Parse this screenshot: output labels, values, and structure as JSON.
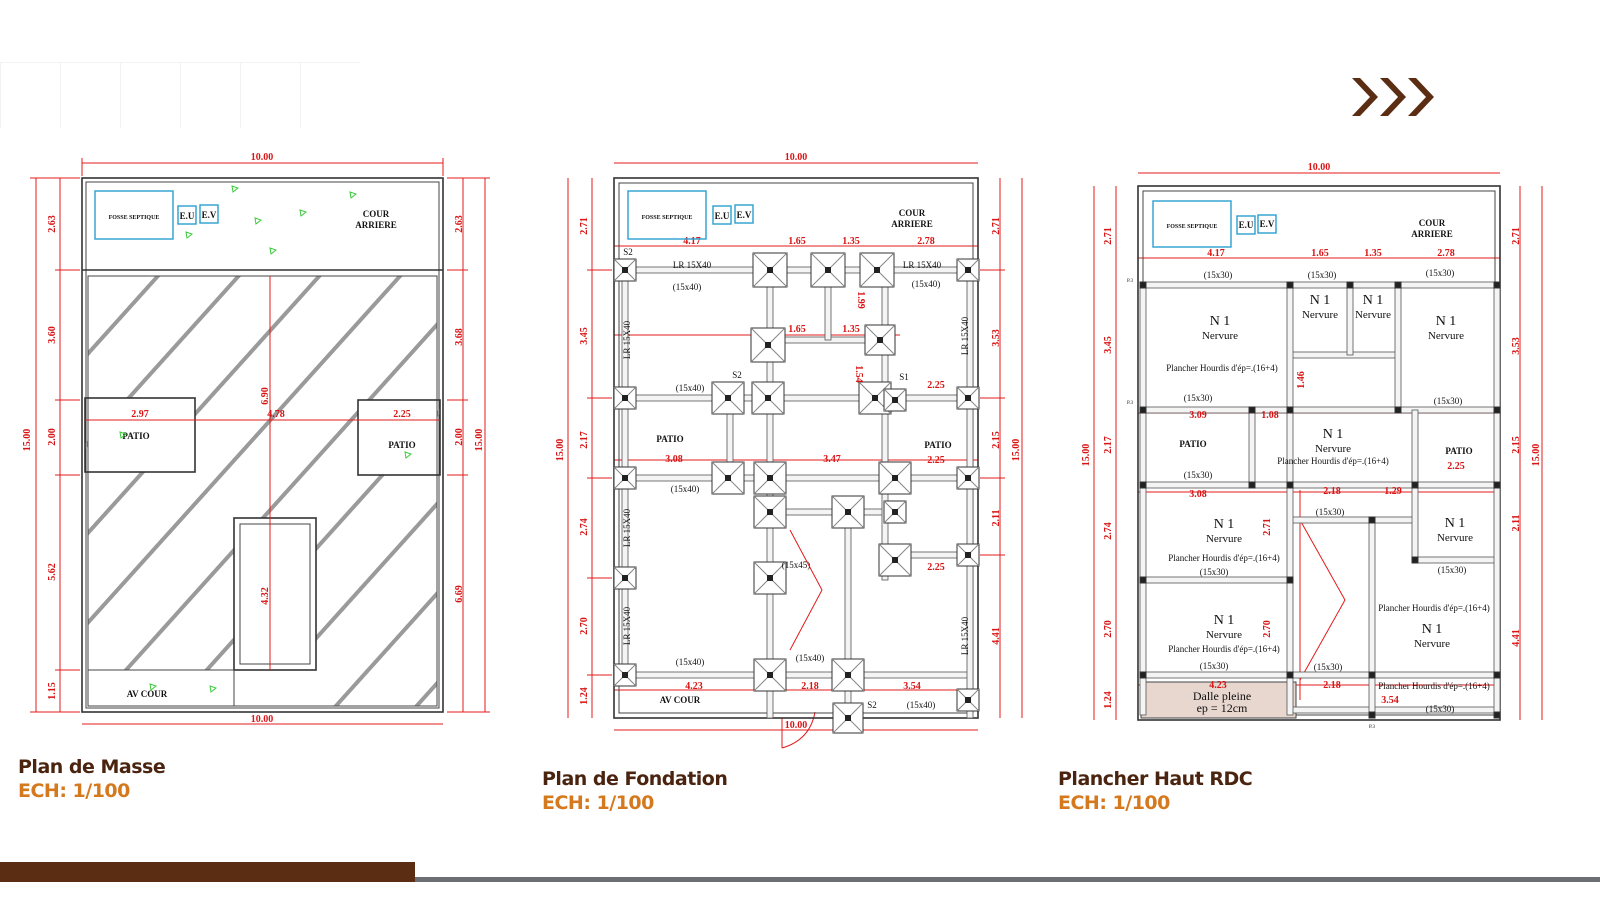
{
  "colors": {
    "brown": "#5b2e13",
    "orange": "#d5791f",
    "dimension_red": "#e31b1b"
  },
  "nav": {
    "icon": "triple-chevron-right-icon"
  },
  "plans": [
    {
      "title": "Plan de Masse",
      "scale": "ECH: 1/100",
      "labels": {
        "fosse": "FOSSE SEPTIQUE",
        "eu": "E.U",
        "ev": "E.V",
        "cour1": "COUR",
        "cour2": "ARRIERE",
        "patio": "PATIO",
        "av_cour": "AV COUR"
      },
      "dims": {
        "top": "10.00",
        "bottom": "10.00",
        "total": "15.00",
        "left": [
          "2.63",
          "3.60",
          "2.00",
          "5.62",
          "1.15"
        ],
        "right": [
          "2.63",
          "3.68",
          "2.00",
          "6.69"
        ],
        "inner": [
          "2.97",
          "4.78",
          "2.25",
          "6.90",
          "4.32"
        ]
      }
    },
    {
      "title": "Plan de Fondation",
      "scale": "ECH: 1/100",
      "labels": {
        "fosse": "FOSSE SEPTIQUE",
        "eu": "E.U",
        "ev": "E.V",
        "cour1": "COUR",
        "cour2": "ARRIERE",
        "patio": "PATIO",
        "av_cour": "AV COUR",
        "lr": "LR  15X40",
        "beam": "(15x40)",
        "beam45": "(15x45)",
        "s2": "S2",
        "s1": "S1"
      },
      "dims": {
        "top": "10.00",
        "bottom": "10.00",
        "total": "15.00",
        "left": [
          "2.71",
          "3.45",
          "2.17",
          "2.74",
          "2.70",
          "1.24"
        ],
        "right": [
          "2.71",
          "3.53",
          "2.15",
          "2.11",
          "4.41"
        ],
        "row1": [
          "4.17",
          "1.65",
          "1.35",
          "2.78"
        ],
        "inner": [
          "1.65",
          "1.35",
          "1.99",
          "1.54",
          "2.25",
          "3.08",
          "3.47",
          "2.25",
          "2.25",
          "4.23",
          "2.18",
          "3.54"
        ]
      }
    },
    {
      "title": "Plancher Haut RDC",
      "scale": "ECH: 1/100",
      "labels": {
        "fosse": "FOSSE SEPTIQUE",
        "eu": "E.U",
        "ev": "E.V",
        "cour1": "COUR",
        "cour2": "ARRIERE",
        "patio": "PATIO",
        "n1": "N 1",
        "nervure": "Nervure",
        "hourdis": "Plancher Hourdis d'ép=.(16+4)",
        "beam": "(15x30)",
        "dalle1": "Dalle pleine",
        "dalle2": "ep = 12cm",
        "p3": "P.3"
      },
      "dims": {
        "top": "10.00",
        "total": "15.00",
        "left": [
          "2.71",
          "3.45",
          "2.17",
          "2.74",
          "2.70",
          "1.24"
        ],
        "right": [
          "2.71",
          "3.53",
          "2.15",
          "2.11",
          "4.41"
        ],
        "row1": [
          "4.17",
          "1.65",
          "1.35",
          "2.78"
        ],
        "inner": [
          "3.09",
          "1.08",
          "3.08",
          "2.18",
          "1.29",
          "2.25",
          "4.23",
          "2.18",
          "3.54",
          "1.46",
          "2.70",
          "2.71"
        ]
      }
    }
  ]
}
